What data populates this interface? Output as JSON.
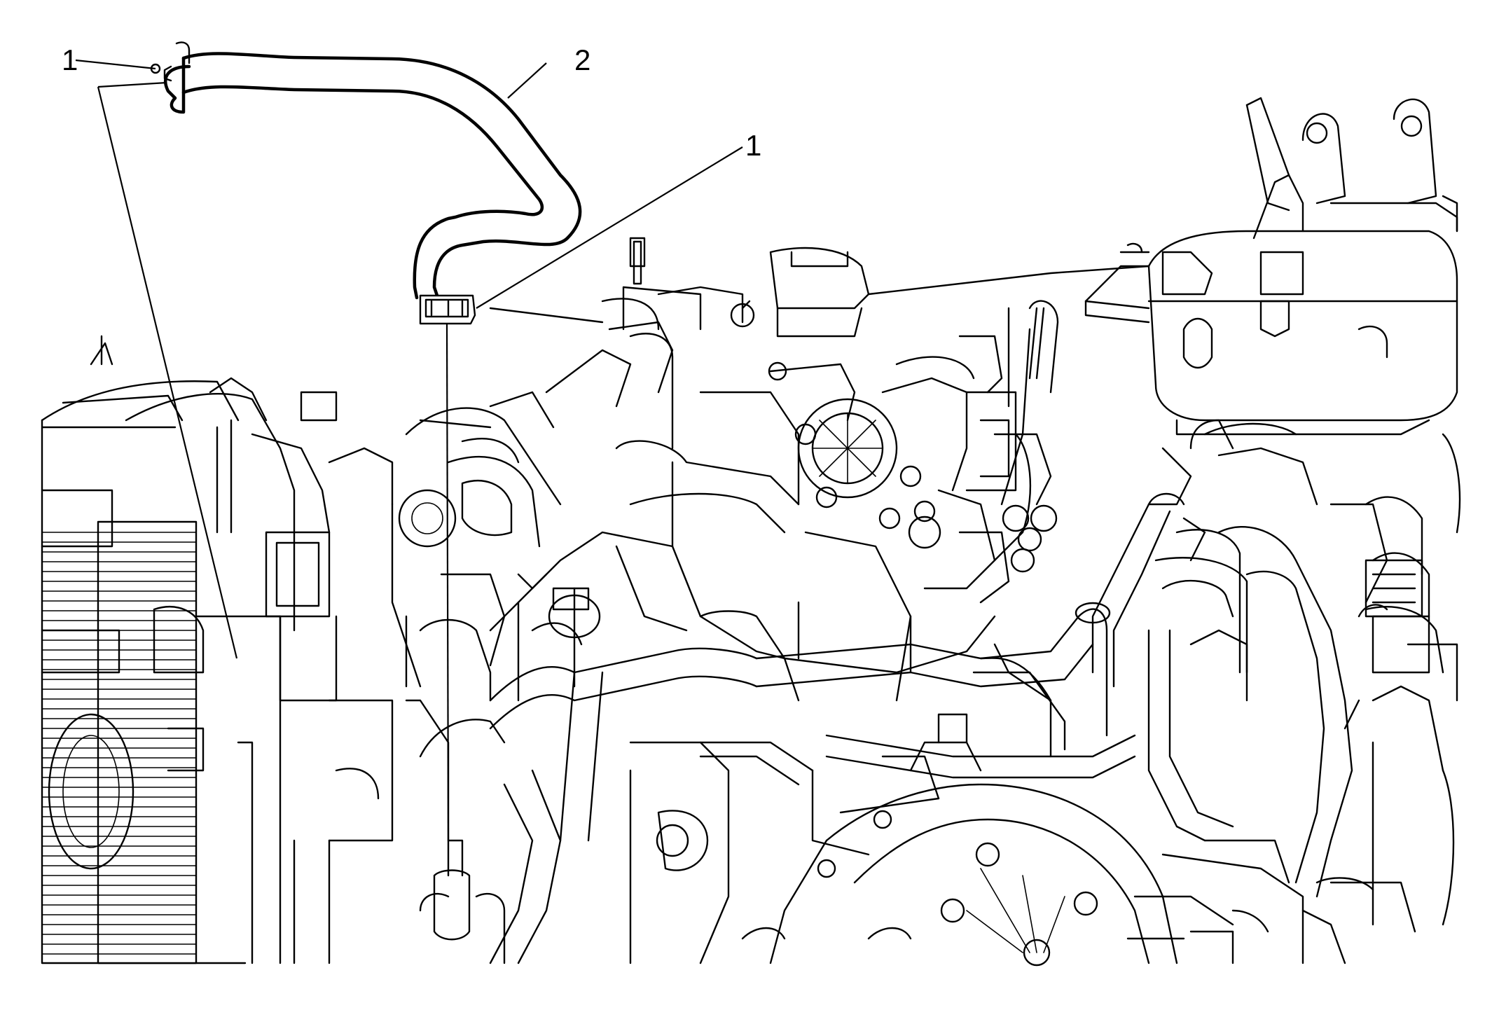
{
  "callouts": [
    {
      "id": "clamp-upper",
      "label": "1"
    },
    {
      "id": "hose",
      "label": "2"
    },
    {
      "id": "clamp-lower",
      "label": "1"
    }
  ],
  "colors": {
    "line": "#000000",
    "background": "#ffffff"
  }
}
